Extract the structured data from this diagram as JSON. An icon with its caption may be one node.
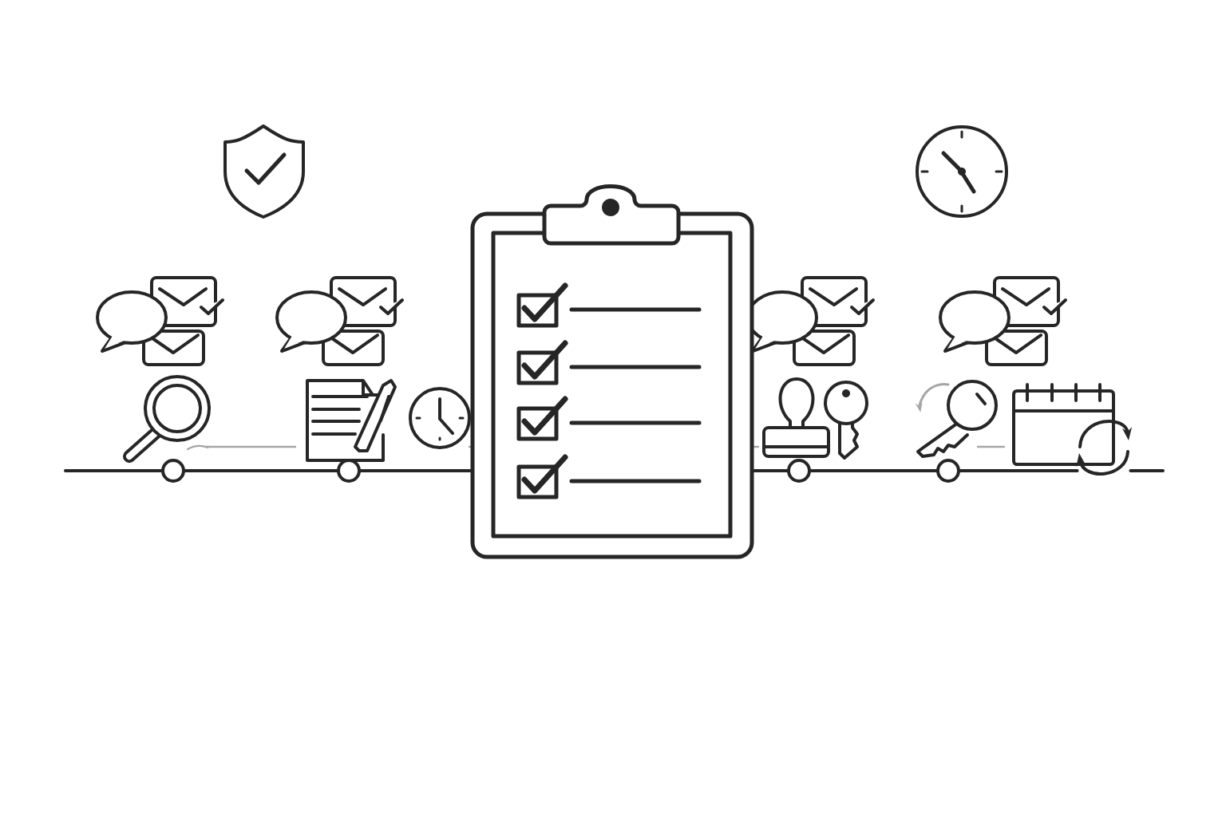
{
  "diagram": {
    "nodes": [
      {
        "text": [],
        "shape": "circle"
      },
      {
        "text": [],
        "shape": "circle"
      },
      {
        "text": [],
        "shape": "circle"
      },
      {
        "text": [],
        "shape": "circle"
      },
      {
        "text": [],
        "shape": "picture"
      }
    ],
    "edges": [
      {
        "from": null,
        "to": 0,
        "arrow": "none"
      },
      {
        "from": 0,
        "to": 1,
        "arrow": "none"
      },
      {
        "from": 1,
        "to": 2,
        "arrow": "none"
      },
      {
        "from": 2,
        "to": 3,
        "arrow": "none"
      },
      {
        "from": 3,
        "to": 4,
        "arrow": "none"
      },
      {
        "from": 4,
        "to": null,
        "arrow": "none"
      }
    ]
  }
}
